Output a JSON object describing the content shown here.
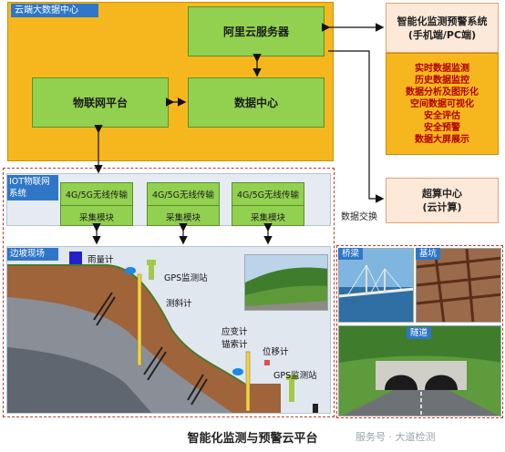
{
  "cloud": {
    "title": "云端大数据中心",
    "aliyun": "阿里云服务器",
    "iot_platform": "物联网平台",
    "data_center": "数据中心"
  },
  "warning": {
    "title_line1": "智能化监测预警系统",
    "title_line2": "(手机端/PC端)",
    "features": [
      "实时数据监测",
      "历史数据监控",
      "数据分析及图形化",
      "空间数据可视化",
      "安全评估",
      "安全预警",
      "数据大屏展示"
    ]
  },
  "supercomputing": {
    "line1": "超算中心",
    "line2": "(云计算)"
  },
  "data_exchange": "数据交换",
  "iot": {
    "title": "IOT物联网系统",
    "modules": [
      {
        "wireless": "4G/5G无线传输",
        "collect": "采集模块"
      },
      {
        "wireless": "4G/5G无线传输",
        "collect": "采集模块"
      },
      {
        "wireless": "4G/5G无线传输",
        "collect": "采集模块"
      }
    ]
  },
  "slope": {
    "title": "边坡现场",
    "rain_gauge": "雨量计",
    "gps_station_top": "GPS监测站",
    "inclinometer": "测斜计",
    "strain_gauge": "应变计",
    "anchor_gauge": "锚索计",
    "displacement_gauge": "位移计",
    "gps_station_bottom": "GPS监测站"
  },
  "photos": {
    "bridge": "桥梁",
    "foundation_pit": "基坑",
    "tunnel": "隧道"
  },
  "caption": "智能化监测与预警云平台",
  "watermark": "服务号 · 大道检测",
  "colors": {
    "cloud_bg": "#f6b71e",
    "green_box": "#92d050",
    "title_blue": "#2f77c6",
    "warn_text": "#b00000",
    "dashed_border": "#c0392b"
  }
}
